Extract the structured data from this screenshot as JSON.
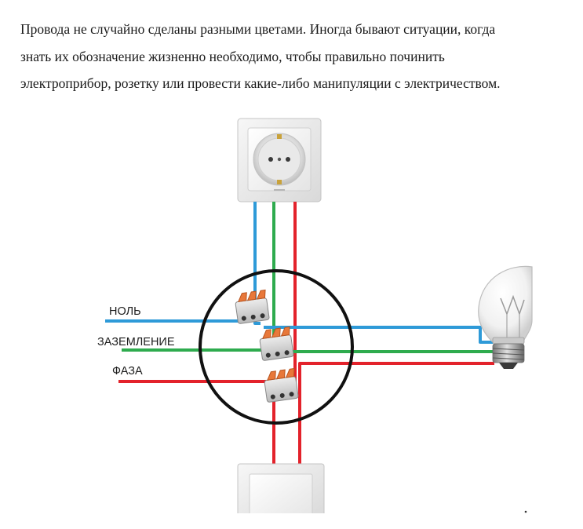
{
  "article": {
    "paragraph_lines": [
      "Провода не случайно сделаны разными цветами. Иногда бывают ситуации, когда",
      "знать их обозначение жизненно необходимо, чтобы правильно починить",
      "электроприбор, розетку или провести какие-либо манипуляции с электричеством."
    ]
  },
  "diagram": {
    "labels": {
      "neutral": "НОЛЬ",
      "ground": "ЗАЗЕМЛЕНИЕ",
      "phase": "ФАЗА"
    },
    "colors": {
      "neutral": "#2e9ad8",
      "ground": "#2eab4e",
      "phase": "#e3222b",
      "junction_box": "#111111",
      "connector": "#e8783a"
    },
    "icons": [
      "socket-icon",
      "light-bulb-icon",
      "light-switch-icon",
      "wago-connector-icon"
    ]
  }
}
